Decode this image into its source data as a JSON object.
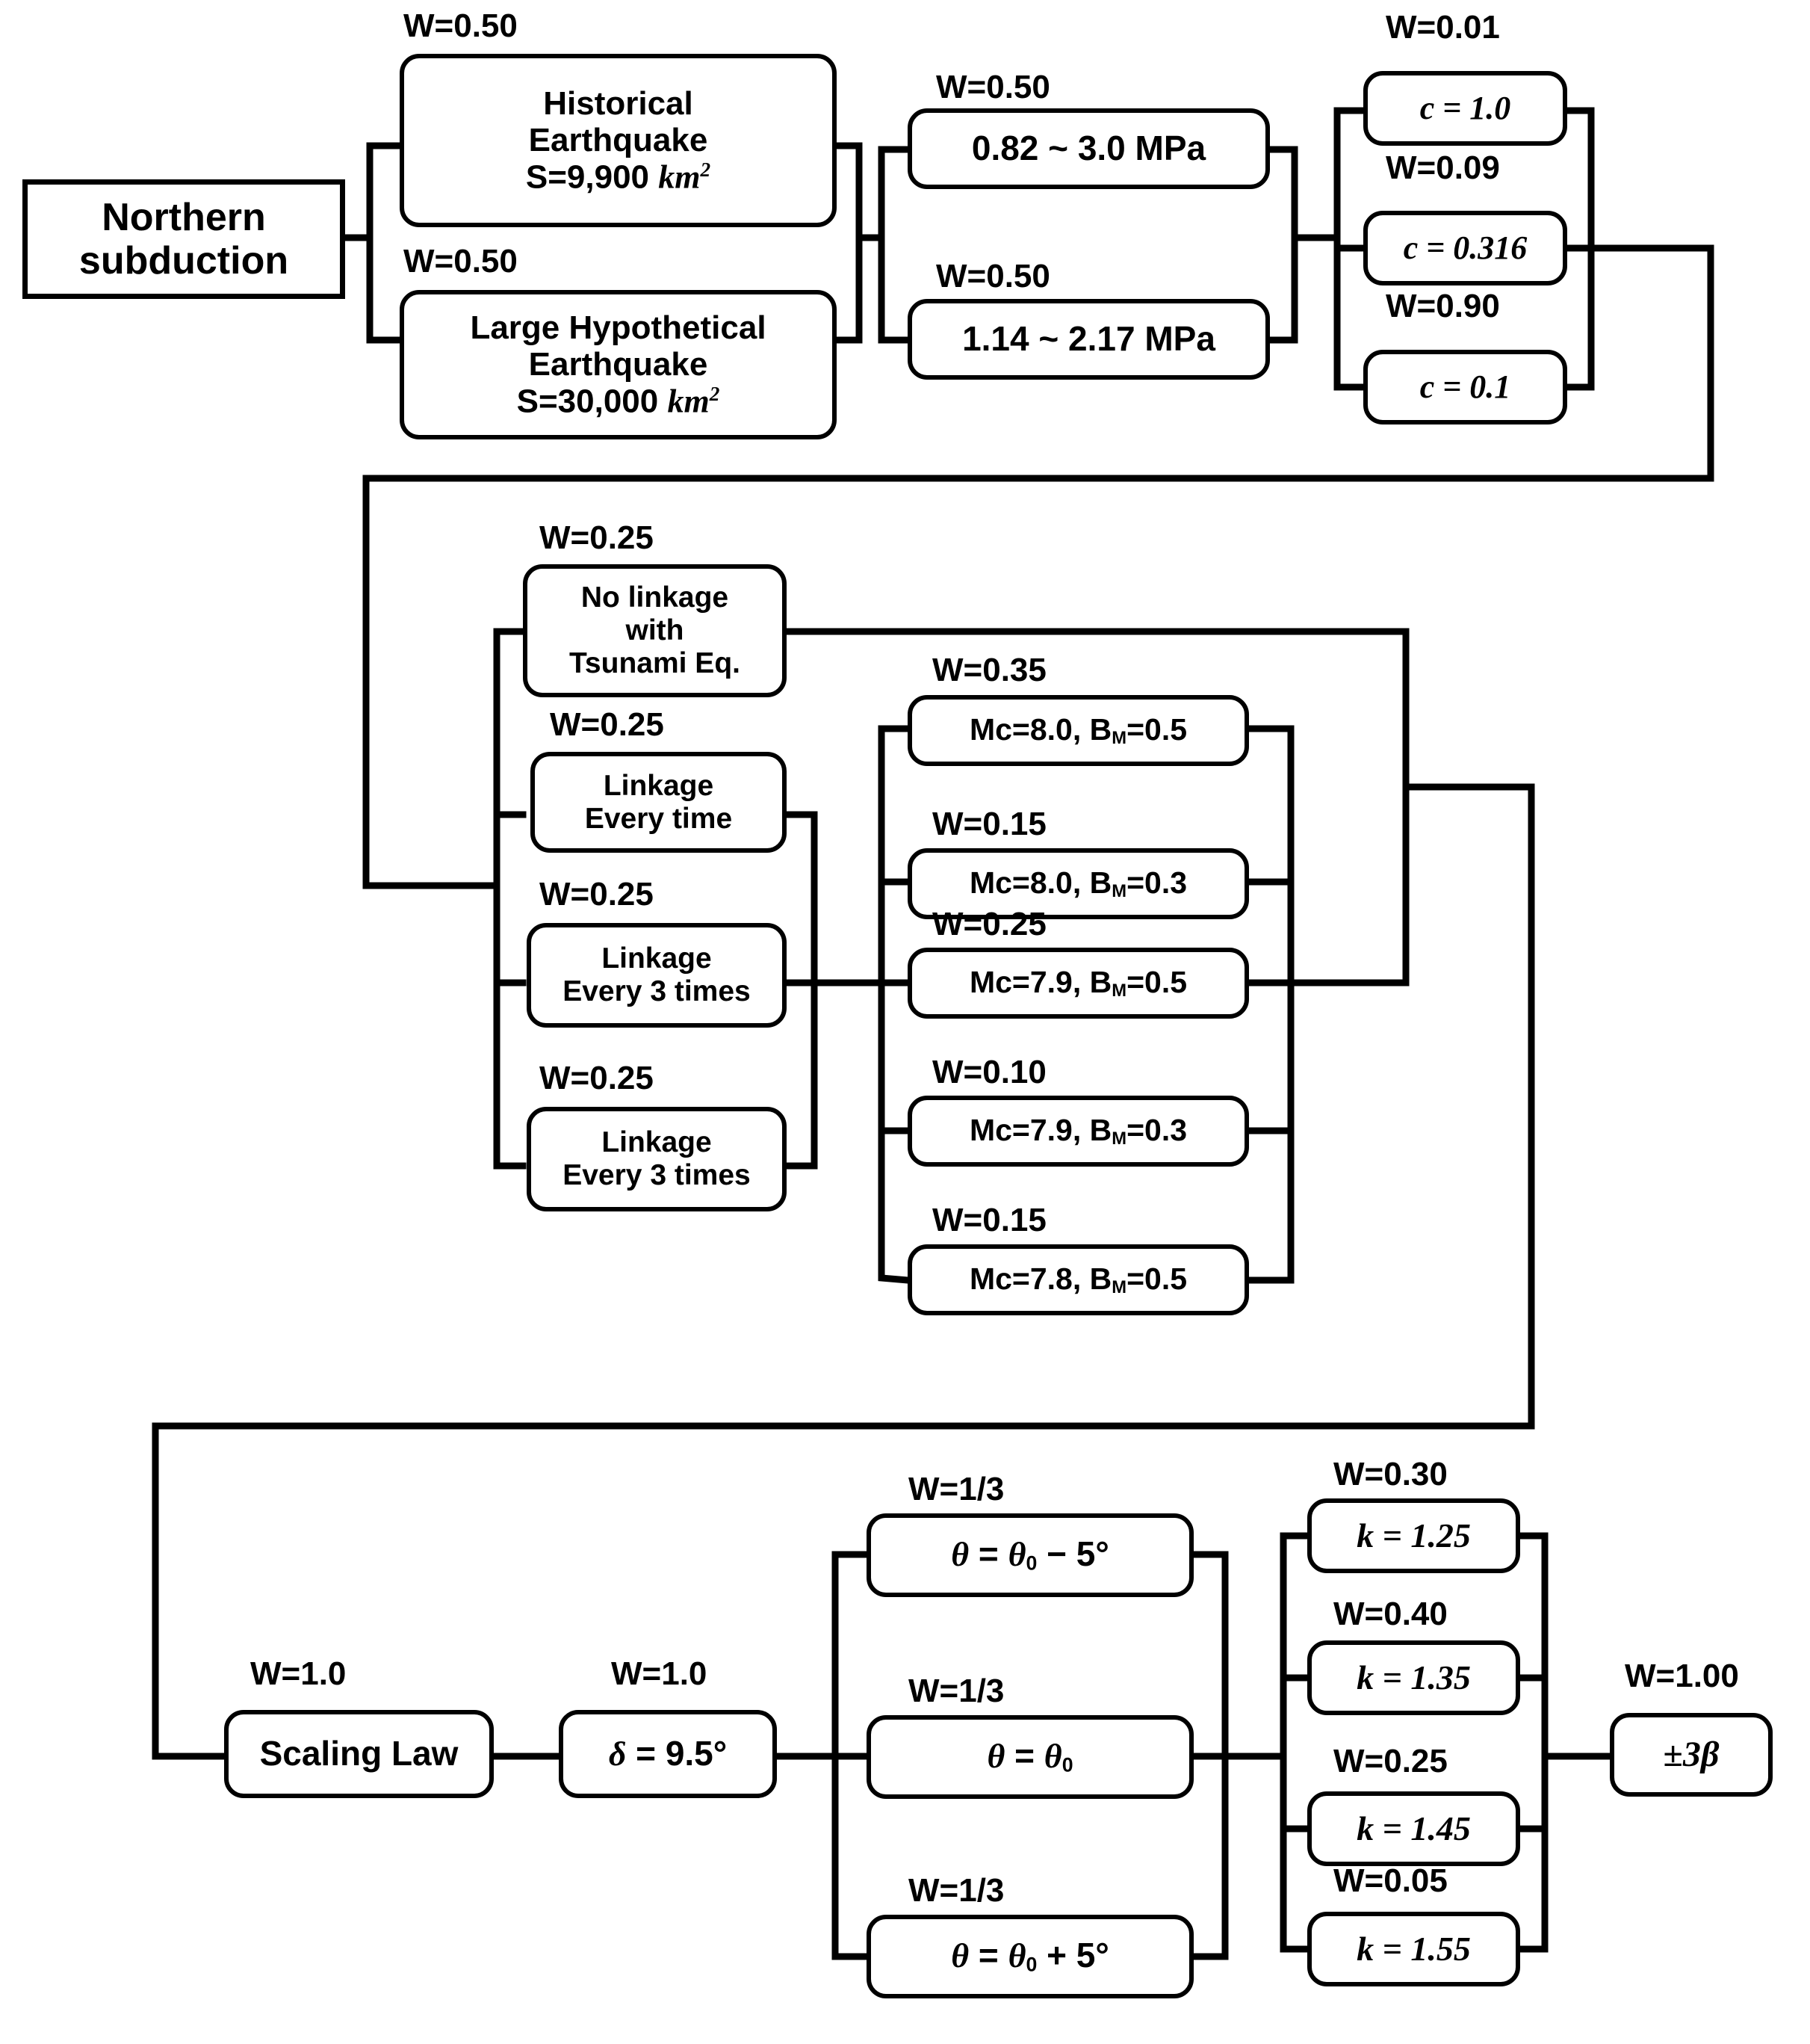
{
  "diagram": {
    "title": "Northern subduction logic tree",
    "root": {
      "label": "Northern subduction"
    },
    "branch_labels": {
      "source_model_1": "W=0.50",
      "source_model_2": "W=0.50",
      "stress_1": "W=0.50",
      "stress_2": "W=0.50",
      "c_1": "W=0.01",
      "c_2": "W=0.09",
      "c_3": "W=0.90",
      "linkage_1": "W=0.25",
      "linkage_2": "W=0.25",
      "linkage_3": "W=0.25",
      "linkage_4": "W=0.25",
      "mc_1": "W=0.35",
      "mc_2": "W=0.15",
      "mc_3": "W=0.25",
      "mc_4": "W=0.10",
      "mc_5": "W=0.15",
      "scaling": "W=1.0",
      "dip": "W=1.0",
      "theta_1": "W=1/3",
      "theta_2": "W=1/3",
      "theta_3": "W=1/3",
      "k_1": "W=0.30",
      "k_2": "W=0.40",
      "k_3": "W=0.25",
      "k_4": "W=0.05",
      "sigma": "W=1.00"
    },
    "source_models": [
      {
        "line1": "Historical",
        "line2": "Earthquake",
        "line3_prefix": "S=9,900 ",
        "line3_unit": "km",
        "line3_exp": "2"
      },
      {
        "line1": "Large Hypothetical",
        "line2": "Earthquake",
        "line3_prefix": "S=30,000 ",
        "line3_unit": "km",
        "line3_exp": "2"
      }
    ],
    "stress_drops": [
      {
        "label": "0.82 ~ 3.0 MPa"
      },
      {
        "label": "1.14 ~ 2.17 MPa"
      }
    ],
    "c_values": [
      {
        "var": "c",
        "eq": " = 1.0"
      },
      {
        "var": "c",
        "eq": " = 0.316"
      },
      {
        "var": "c",
        "eq": " = 0.1"
      }
    ],
    "linkages": [
      {
        "line1": "No linkage",
        "line2": "with",
        "line3": "Tsunami Eq."
      },
      {
        "line1": "Linkage",
        "line2": "Every time",
        "line3": ""
      },
      {
        "line1": "Linkage",
        "line2": "Every 3 times",
        "line3": ""
      },
      {
        "line1": "Linkage",
        "line2": "Every 3 times",
        "line3": ""
      }
    ],
    "mc_values": [
      {
        "mc": "Mc",
        "mc_val": "=8.0, ",
        "bm": "B",
        "bm_sub": "M",
        "bm_val": "=0.5"
      },
      {
        "mc": "Mc",
        "mc_val": "=8.0, ",
        "bm": "B",
        "bm_sub": "M",
        "bm_val": "=0.3"
      },
      {
        "mc": "Mc",
        "mc_val": "=7.9, ",
        "bm": "B",
        "bm_sub": "M",
        "bm_val": "=0.5"
      },
      {
        "mc": "Mc",
        "mc_val": "=7.9, ",
        "bm": "B",
        "bm_sub": "M",
        "bm_val": "=0.3"
      },
      {
        "mc": "Mc",
        "mc_val": "=7.8, ",
        "bm": "B",
        "bm_sub": "M",
        "bm_val": "=0.5"
      }
    ],
    "scaling_law": {
      "label": "Scaling Law"
    },
    "dip": {
      "var": "δ",
      "eq": " = 9.5°"
    },
    "thetas": [
      {
        "var": "θ",
        "eq": " = ",
        "base": "θ",
        "sub": "0",
        "tail": " − 5°"
      },
      {
        "var": "θ",
        "eq": " = ",
        "base": "θ",
        "sub": "0",
        "tail": ""
      },
      {
        "var": "θ",
        "eq": " = ",
        "base": "θ",
        "sub": "0",
        "tail": " + 5°"
      }
    ],
    "k_values": [
      {
        "var": "k",
        "eq": " = 1.25"
      },
      {
        "var": "k",
        "eq": " = 1.35"
      },
      {
        "var": "k",
        "eq": " = 1.45"
      },
      {
        "var": "k",
        "eq": " = 1.55"
      }
    ],
    "sigma_node": {
      "label": "±3β"
    },
    "colors": {
      "line": "#000000",
      "background": "#ffffff"
    }
  }
}
